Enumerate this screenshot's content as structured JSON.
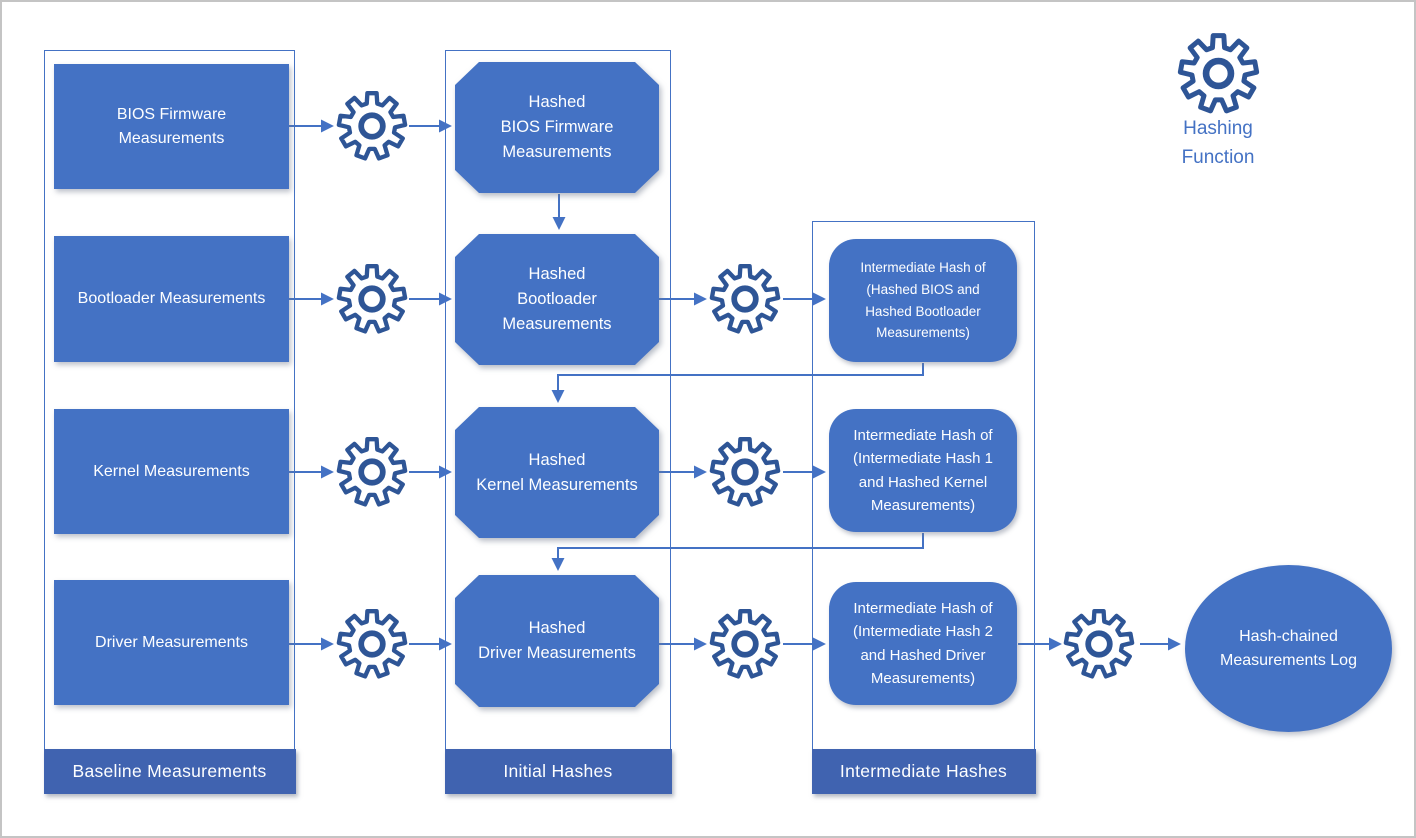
{
  "diagram": {
    "legend": {
      "icon": "gear-icon",
      "label": "Hashing\nFunction"
    },
    "colors": {
      "shape_fill": "#4472C4",
      "bar_fill": "#4063B0",
      "gear_stroke": "#2E5596",
      "line": "#4472C4",
      "text_on_fill": "#FDFEFF",
      "legend_text": "#4472C4",
      "frame_border": "#C4C4C4"
    },
    "columns": {
      "baseline": {
        "title": "Baseline Measurements",
        "items": [
          "BIOS Firmware\nMeasurements",
          "Bootloader Measurements",
          "Kernel Measurements",
          "Driver Measurements"
        ]
      },
      "initial": {
        "title": "Initial Hashes",
        "items": [
          "Hashed\nBIOS Firmware\nMeasurements",
          "Hashed\nBootloader\nMeasurements",
          "Hashed\nKernel Measurements",
          "Hashed\nDriver Measurements"
        ]
      },
      "intermediate": {
        "title": "Intermediate Hashes",
        "items": [
          "Intermediate Hash of\n(Hashed BIOS and\nHashed Bootloader\nMeasurements)",
          "Intermediate Hash of\n(Intermediate Hash 1\nand Hashed Kernel\nMeasurements)",
          "Intermediate Hash of\n(Intermediate Hash 2\nand Hashed Driver\nMeasurements)"
        ]
      }
    },
    "output": {
      "label": "Hash-chained\nMeasurements Log"
    }
  }
}
